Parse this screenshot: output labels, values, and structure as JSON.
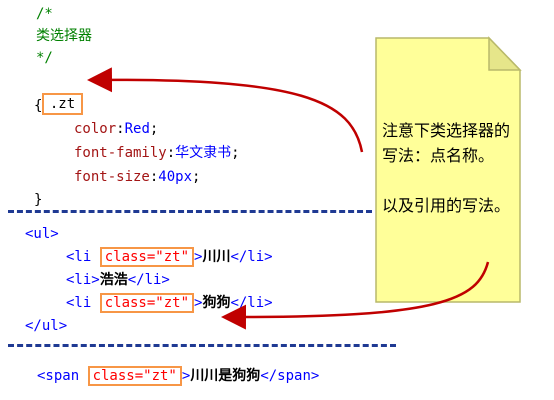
{
  "css_block": {
    "comment_open": "/*",
    "comment_text": "类选择器",
    "comment_close": "*/",
    "selector": ".zt",
    "brace_open": "{",
    "brace_close": "}",
    "declarations": [
      {
        "prop": "color",
        "value": "Red"
      },
      {
        "prop": "font-family",
        "value": "华文隶书"
      },
      {
        "prop": "font-size",
        "value": "40px"
      }
    ]
  },
  "html_list": {
    "ul_open": "<ul>",
    "ul_close": "</ul>",
    "items": [
      {
        "open": "<li ",
        "class_attr": "class=\"zt\"",
        "close_tag": ">",
        "text": "川川",
        "end": "</li>"
      },
      {
        "open": "<li>",
        "class_attr": "",
        "close_tag": "",
        "text": "浩浩",
        "end": "</li>"
      },
      {
        "open": "<li ",
        "class_attr": "class=\"zt\"",
        "close_tag": ">",
        "text": "狗狗",
        "end": "</li>"
      }
    ]
  },
  "span_line": {
    "open": "<span ",
    "class_attr": "class=\"zt\"",
    "close_tag": ">",
    "text": "川川是狗狗",
    "end": "</span>"
  },
  "note": {
    "text": "注意下类选择器的写法：点名称。\n\n以及引用的写法。"
  },
  "colors": {
    "comment": "#008000",
    "property": "#a31515",
    "value": "#0000ff",
    "attribute": "#ff0000",
    "highlight_box": "#f79646",
    "note_fill": "#ffff99",
    "arrow": "#c00000",
    "divider": "#1f3a93"
  }
}
